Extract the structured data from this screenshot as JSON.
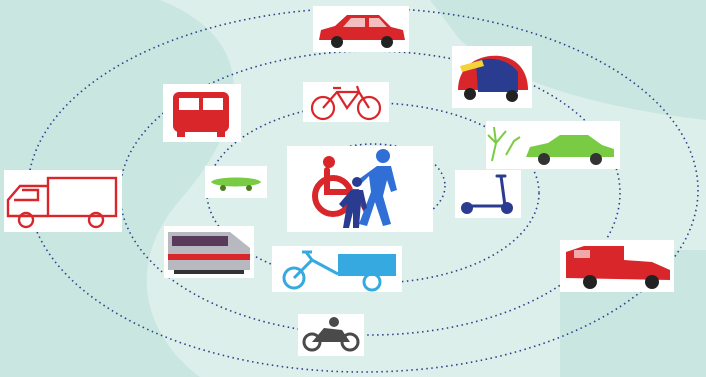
{
  "diagram": {
    "colors": {
      "background": "#dcefeb",
      "background_shape": "#c9e6e1",
      "ring": "#2c3f8a",
      "tile": "#ffffff",
      "red": "#d9262b",
      "blue": "#2f6fd6",
      "dark_blue": "#2a3c8f",
      "green": "#7acb44",
      "light_blue": "#36a9e0",
      "grey": "#4a4a4a"
    },
    "rings": [
      "inner",
      "middle",
      "outer"
    ],
    "center_icons": [
      "wheelchair-icon",
      "pedestrian-icon",
      "pedestrian-child-icon"
    ],
    "inner_ring_icons": [
      "bicycle-icon",
      "scooter-icon",
      "cargo-bike-icon",
      "skateboard-icon"
    ],
    "middle_ring_icons": [
      "bus-icon",
      "tram-icon",
      "electric-car-icon",
      "motorcycle-icon"
    ],
    "outer_ring_icons": [
      "car-icon",
      "tuk-tuk-icon",
      "van-icon",
      "truck-icon"
    ]
  }
}
